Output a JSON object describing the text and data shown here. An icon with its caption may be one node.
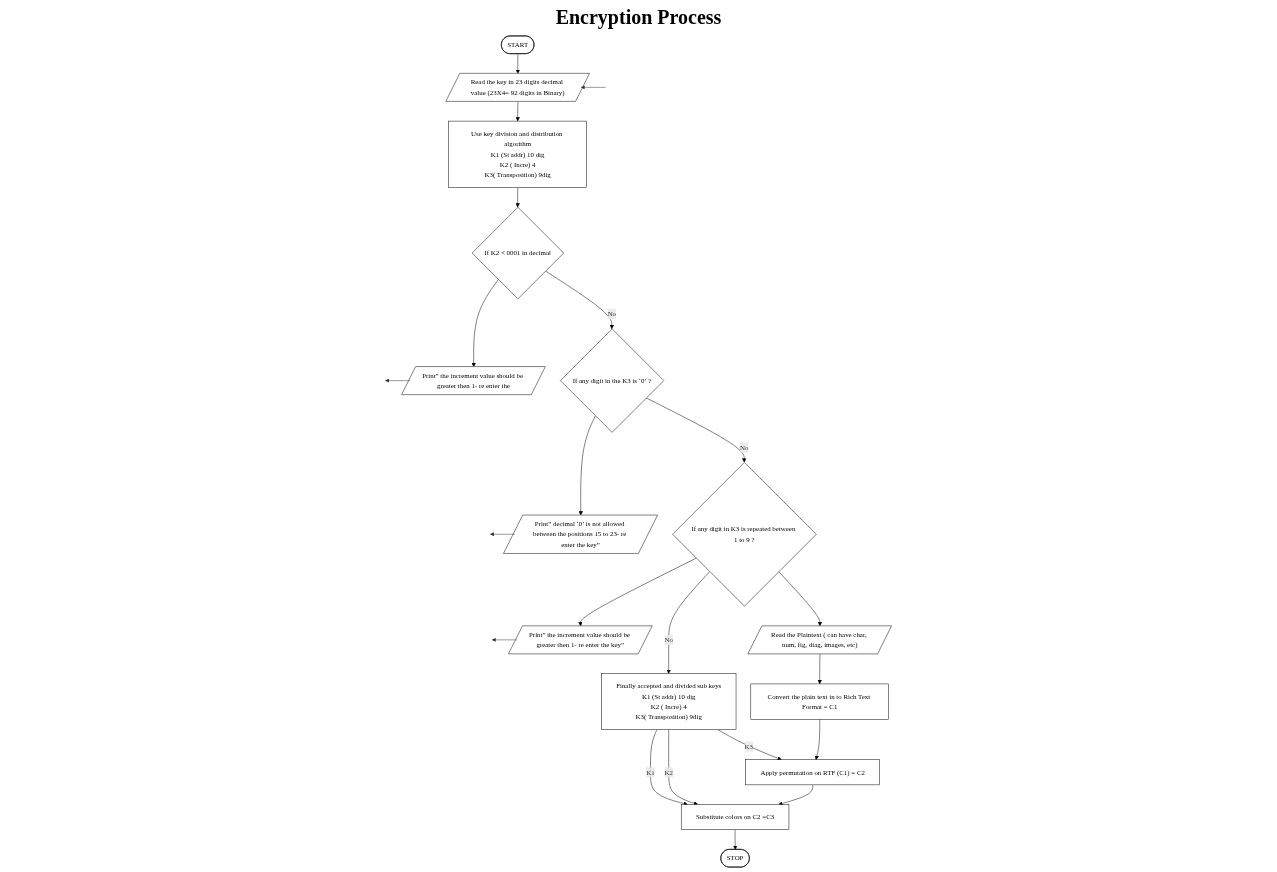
{
  "diagram": {
    "title": "Encryption Process",
    "nodes": [
      {
        "text": [
          "START"
        ]
      },
      {
        "text": [
          "Read the key in 23 digits decimal value (23X4= 92 digits in Binary)"
        ]
      },
      {
        "text": [
          "Use key division and distribution algorithm",
          "K1 (St addr) 10 dig",
          "K2 ( Incre) 4",
          "K3( Transposition) 9dig"
        ]
      },
      {
        "text": [
          "If K2 < 0001 in decimal"
        ]
      },
      {
        "text": [
          "Print” the increment value should be greater then 1- re enter the"
        ]
      },
      {
        "text": [
          "If any digit in the K3 is ‘0’ ?"
        ]
      },
      {
        "text": [
          "Print” decimal ‘0’ is not allowed between the positions 15 to 23- re enter the key”"
        ]
      },
      {
        "text": [
          "If any digit in K3 is repeated between 1 to 9 ?"
        ]
      },
      {
        "text": [
          "Print” the increment value should be greater then 1- re enter the key”"
        ]
      },
      {
        "text": [
          "Finally accepted and divided sub keys",
          "K1 (St addr) 10 dig",
          "K2 ( Incre) 4",
          "K3( Transposition) 9dig"
        ]
      },
      {
        "text": [
          "Read the Plaintext ( can have char, num, fig, diag, images, etc)"
        ]
      },
      {
        "text": [
          "Convert the plain text in to Rich Text Format = C1"
        ]
      },
      {
        "text": [
          "Apply permutation on RTF (C1) = C2"
        ]
      },
      {
        "text": [
          "Substitute colors on C2 =C3"
        ]
      },
      {
        "text": [
          "STOP"
        ]
      }
    ],
    "edges": [
      {
        "from": 0,
        "to": 1,
        "arrow": "to"
      },
      {
        "from": null,
        "to": 1,
        "arrow": "to"
      },
      {
        "from": 1,
        "to": 2,
        "arrow": "to"
      },
      {
        "from": 2,
        "to": 3,
        "arrow": "to"
      },
      {
        "from": 3,
        "to": 4,
        "arrow": "to"
      },
      {
        "from": 4,
        "to": null,
        "arrow": "to"
      },
      {
        "from": 3,
        "to": 5,
        "label": "No",
        "arrow": "to"
      },
      {
        "from": 5,
        "to": 6,
        "arrow": "to"
      },
      {
        "from": 6,
        "to": null,
        "arrow": "to"
      },
      {
        "from": 5,
        "to": 7,
        "label": "No",
        "arrow": "to"
      },
      {
        "from": 7,
        "to": 8,
        "arrow": "to"
      },
      {
        "from": 8,
        "to": null,
        "arrow": "to"
      },
      {
        "from": 7,
        "to": 10,
        "arrow": "to"
      },
      {
        "from": 7,
        "to": 9,
        "label": "No",
        "arrow": "to"
      },
      {
        "from": 9,
        "to": 12,
        "label": "K3",
        "arrow": "to"
      },
      {
        "from": 9,
        "to": 13,
        "label": "K1",
        "arrow": "to"
      },
      {
        "from": 9,
        "to": 13,
        "label": "K2",
        "arrow": "to"
      },
      {
        "from": 10,
        "to": 11,
        "arrow": "to"
      },
      {
        "from": 11,
        "to": 12,
        "arrow": "to"
      },
      {
        "from": 12,
        "to": 13,
        "arrow": "to"
      },
      {
        "from": 13,
        "to": 14,
        "arrow": "to"
      }
    ]
  }
}
